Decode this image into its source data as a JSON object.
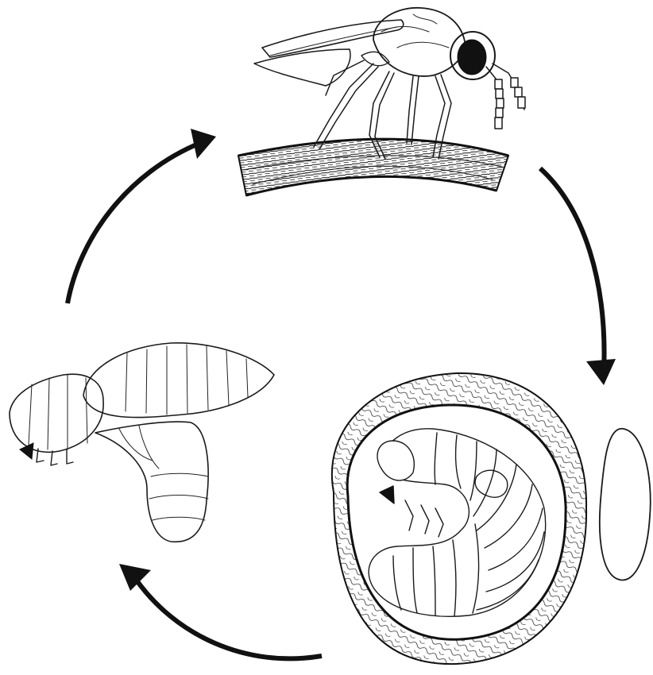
{
  "diagram": {
    "type": "life-cycle",
    "stages": [
      {
        "id": "adult",
        "icon": "adult-wasp-illustration"
      },
      {
        "id": "larva-in-cocoon",
        "icon": "larva-in-cocoon-illustration"
      },
      {
        "id": "egg",
        "icon": "egg-illustration"
      },
      {
        "id": "pupa",
        "icon": "pupa-illustration"
      }
    ],
    "arrow_color": "#111111",
    "line_color": "#1a1a1a",
    "background": "#ffffff"
  }
}
